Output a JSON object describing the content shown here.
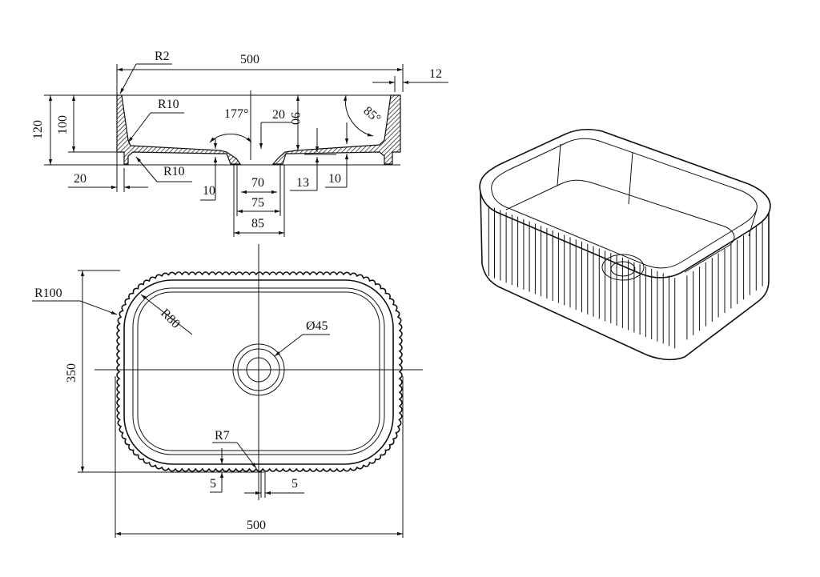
{
  "section_view": {
    "overall_width": "500",
    "rim_thickness": "12",
    "top_radius": "R2",
    "inner_radius": "R10",
    "foot_radius": "R10",
    "total_height": "120",
    "inner_depth": "100",
    "foot_width": "20",
    "drain_angle": "177°",
    "wall_angle": "85°",
    "drain_step": "20",
    "drain_depth": "90",
    "drain_thickness_left": "10",
    "drain_inner": "70",
    "drain_mid": "75",
    "drain_outer": "85",
    "foot_height": "13",
    "floor_thickness": "10"
  },
  "plan_view": {
    "corner_radius_outer": "R100",
    "corner_radius_inner": "R80",
    "drain_diameter": "Ø45",
    "depth": "350",
    "flute_radius": "R7",
    "rim_offset": "5",
    "flute_pitch": "5",
    "overall_width": "500"
  },
  "iso_view": {
    "label": "isometric-basin"
  }
}
